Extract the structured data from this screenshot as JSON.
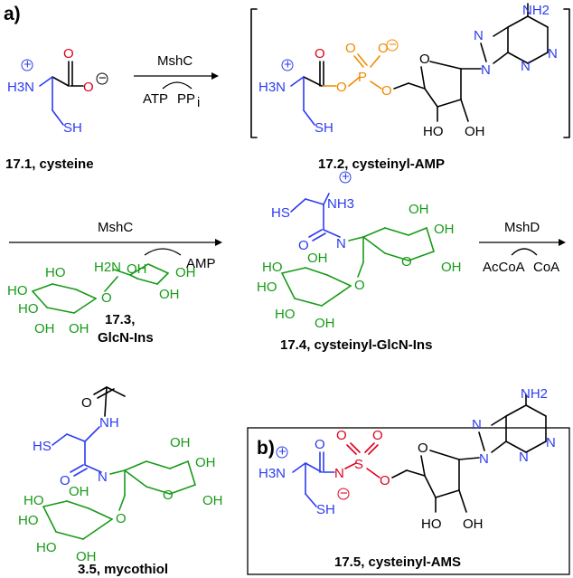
{
  "panels": {
    "a": "a)",
    "b": "b)"
  },
  "colors": {
    "blue": "#2c3cf0",
    "green": "#179a18",
    "orange": "#f08a00",
    "red": "#e0001f",
    "black": "#000000"
  },
  "reaction1": {
    "enzyme": "MshC",
    "reagent": "ATP",
    "byproduct_base": "PP",
    "byproduct_sub": "i"
  },
  "reaction2": {
    "enzyme": "MshC",
    "byproduct": "AMP"
  },
  "reaction3": {
    "enzyme": "MshD",
    "reagent": "AcCoA",
    "byproduct": "CoA"
  },
  "compounds": {
    "c171": "17.1, cysteine",
    "c172": "17.2, cysteinyl-AMP",
    "c173_line1": "17.3,",
    "c173_line2": "GlcN-Ins",
    "c174": "17.4, cysteinyl-GlcN-Ins",
    "c35": "3.5, mycothiol",
    "c175": "17.5, cysteinyl-AMS"
  },
  "atoms": {
    "h3n": "H3N",
    "h2n": "H2N",
    "nh3": "NH3",
    "nh2": "NH2",
    "nh": "NH",
    "n": "N",
    "o": "O",
    "s": "S",
    "sh": "SH",
    "hs": "HS",
    "ho": "HO",
    "oh": "OH",
    "p": "P",
    "plus": "+",
    "minus": "−"
  }
}
